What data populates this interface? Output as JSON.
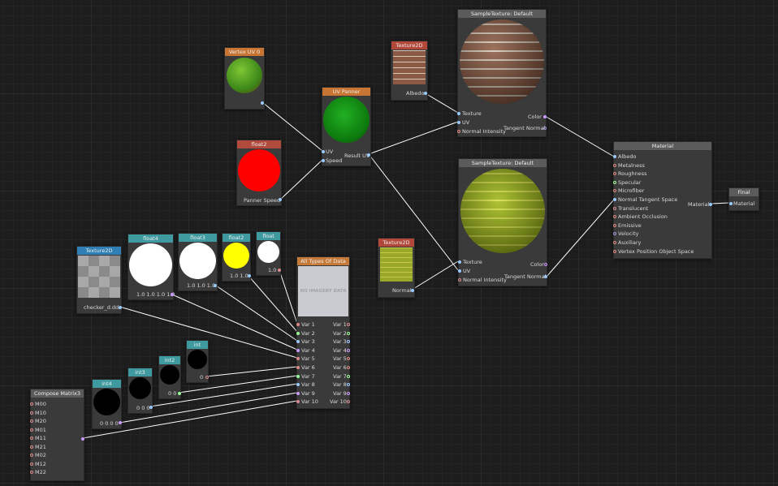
{
  "vertex_uv": {
    "title": "Vertex UV 0",
    "color": "#c87432"
  },
  "float2_speed": {
    "title": "float2",
    "output": "Panner Speed"
  },
  "uv_panner": {
    "title": "UV Panner",
    "in_uv": "UV",
    "in_speed": "Speed",
    "out": "Result UV"
  },
  "tex_albedo": {
    "title": "Texture2D",
    "output": "Albedo"
  },
  "sample_tex_1": {
    "title": "SampleTexture: Default",
    "in": [
      "Texture",
      "UV",
      "Normal Intensity"
    ],
    "out": [
      "Color",
      "Tangent Normal"
    ]
  },
  "sample_tex_2": {
    "title": "SampleTexture: Default",
    "in": [
      "Texture",
      "UV",
      "Normal Intensity"
    ],
    "out": [
      "Color",
      "Tangent Normal"
    ]
  },
  "tex_normal": {
    "title": "Texture2D",
    "output": "Normal"
  },
  "material": {
    "title": "Material",
    "inputs": [
      "Albedo",
      "Metalness",
      "Roughness",
      "Specular",
      "Microfiber",
      "Normal Tangent Space",
      "Translucent",
      "Ambient Occlusion",
      "Emissive",
      "Velocity",
      "Auxiliary",
      "Vertex Position Object Space"
    ],
    "output": "Material"
  },
  "final": {
    "title": "Final",
    "input": "Material"
  },
  "tex_checker": {
    "title": "Texture2D",
    "output": "checker_d.dds"
  },
  "float4": {
    "title": "float4",
    "value": "1.0 1.0 1.0 1.0"
  },
  "float3": {
    "title": "float3",
    "value": "1.0 1.0 1.0"
  },
  "float2_yel": {
    "title": "float2",
    "value": "1.0 1.0"
  },
  "float1": {
    "title": "float",
    "value": "1.0"
  },
  "all_types": {
    "title": "All Types Of Data",
    "preview": "NO IMAGERY DATA",
    "inputs": [
      "Var 1",
      "Var 2",
      "Var 3",
      "Var 4",
      "Var 5",
      "Var 6",
      "Var 7",
      "Var 8",
      "Var 9",
      "Var 10"
    ],
    "outputs": [
      "Var 1",
      "Var 2",
      "Var 3",
      "Var 4",
      "Var 5",
      "Var 6",
      "Var 7",
      "Var 8",
      "Var 9",
      "Var 10"
    ]
  },
  "int1": {
    "title": "int",
    "value": "0"
  },
  "int2": {
    "title": "int2",
    "value": "0 0"
  },
  "int3": {
    "title": "int3",
    "value": "0 0 0"
  },
  "int4": {
    "title": "int4",
    "value": "0 0 0 0"
  },
  "compose": {
    "title": "Compose Matrix3",
    "inputs": [
      "M00",
      "M10",
      "M20",
      "M01",
      "M11",
      "M21",
      "M02",
      "M12",
      "M22"
    ]
  }
}
